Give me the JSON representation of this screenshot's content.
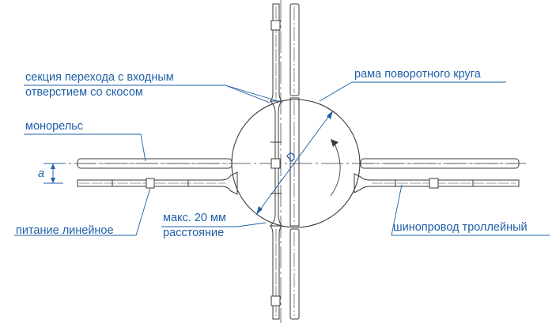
{
  "diagram": {
    "labels": {
      "transition_section_line1": "секция перехода с входным",
      "transition_section_line2": "отверстием со скосом",
      "turntable_frame": "рама поворотного круга",
      "monorail": "монорельс",
      "linear_feed": "питание линейное",
      "max_distance_line1": "макс. 20 мм",
      "max_distance_line2": "расстояние",
      "trolley_busway": "шинопровод троллейный",
      "diameter_symbol": "D",
      "offset_symbol": "a"
    },
    "colors": {
      "drawing_stroke": "#3a3a3a",
      "annotation": "#1f5fa8",
      "background": "#ffffff"
    }
  }
}
